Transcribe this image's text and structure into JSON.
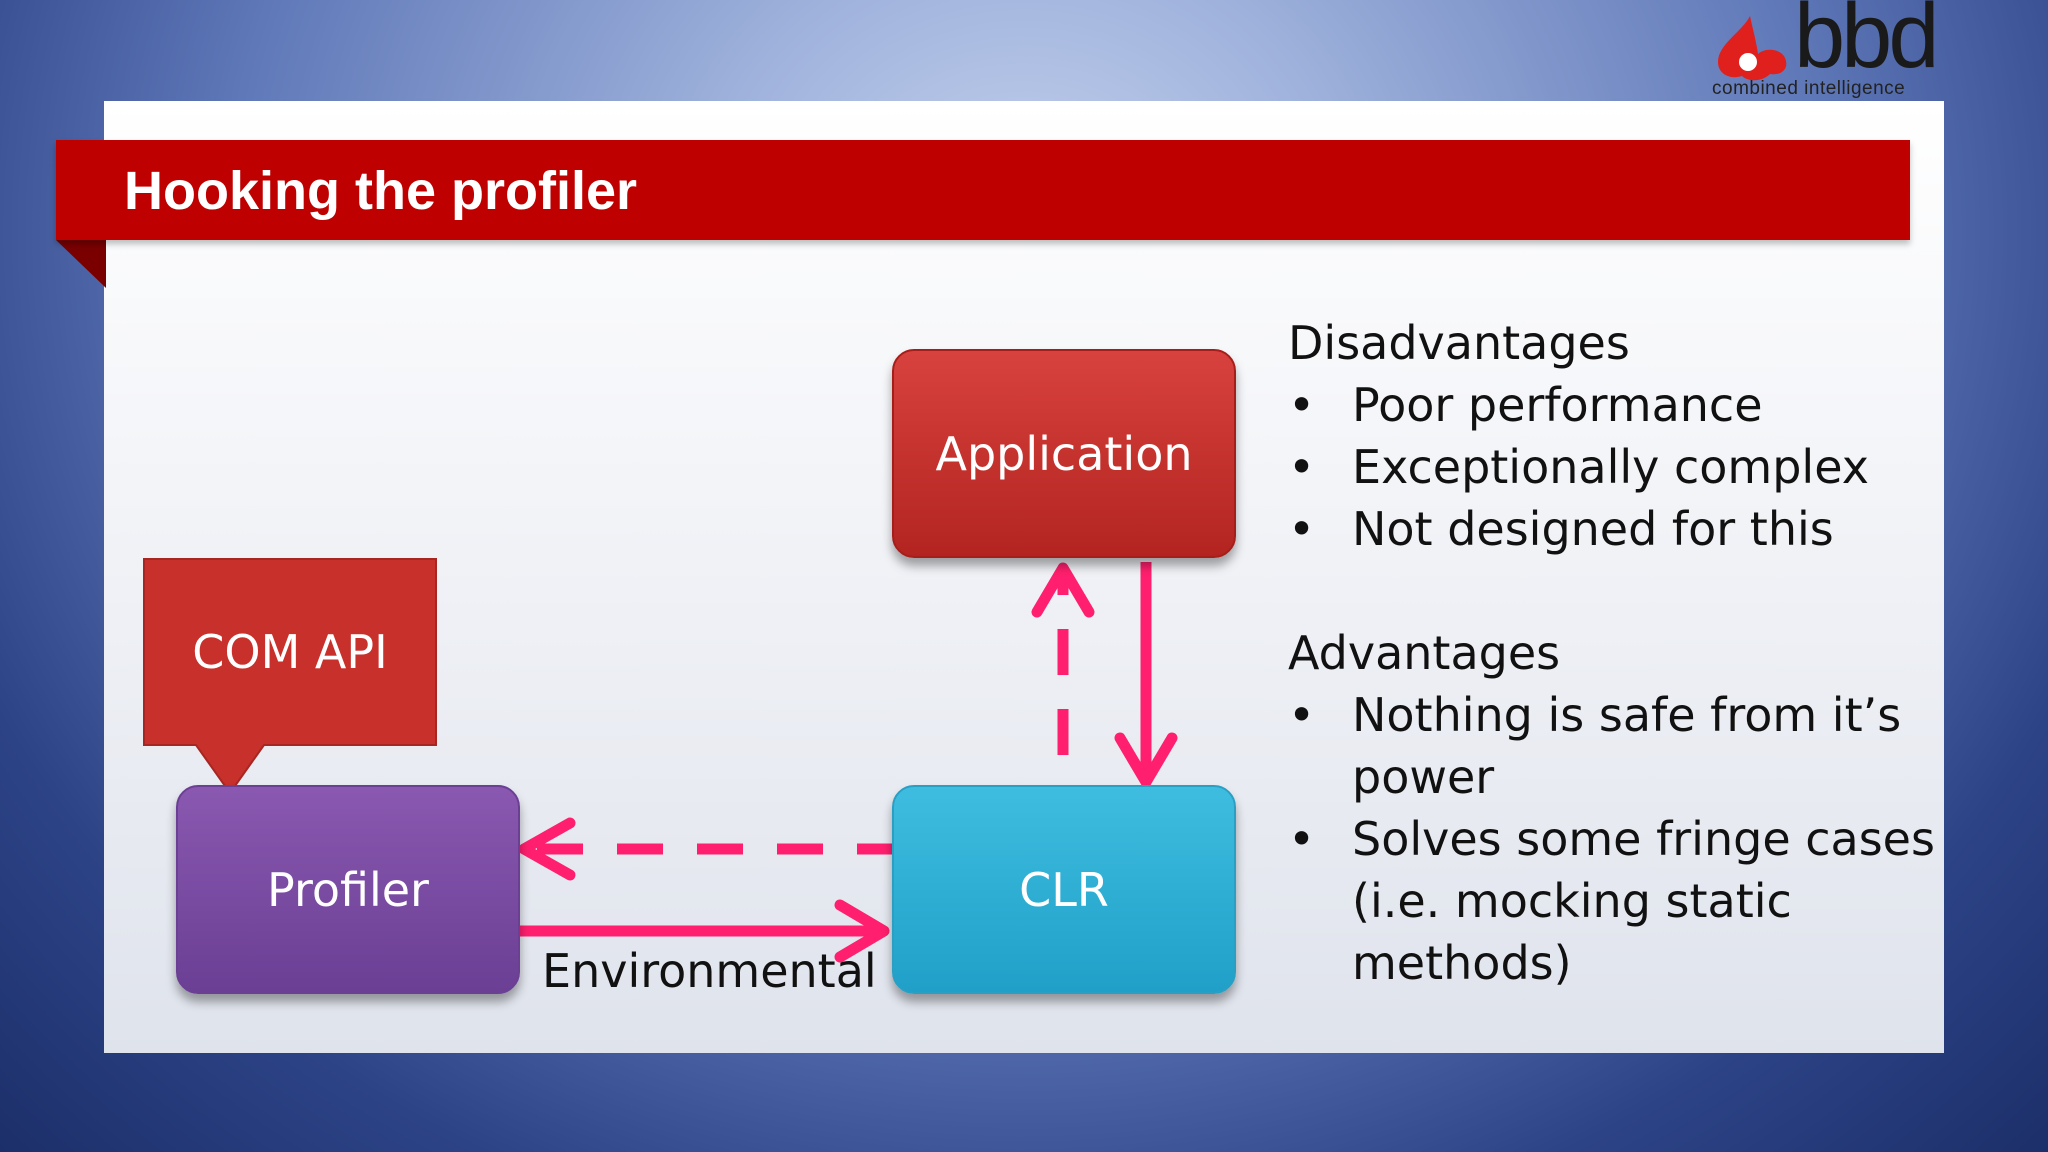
{
  "logo": {
    "wordmark": "bbd",
    "tagline": "combined intelligence",
    "icon": "drop-logo-icon"
  },
  "slide": {
    "title": "Hooking the profiler",
    "diagram": {
      "application_label": "Application",
      "clr_label": "CLR",
      "profiler_label": "Profiler",
      "com_api_label": "COM API",
      "environmental_label": "Environmental"
    },
    "disadvantages": {
      "heading": "Disadvantages",
      "items": [
        "Poor performance",
        "Exceptionally complex",
        "Not designed for this"
      ]
    },
    "advantages": {
      "heading": "Advantages",
      "items": [
        "Nothing is safe from it’s power",
        "Solves some fringe cases (i.e. mocking static methods)"
      ]
    },
    "bullet_char": "•"
  },
  "colors": {
    "title_bar": "#bf0000",
    "arrow": "#ff1f6e",
    "application": "#c0302c",
    "clr": "#2aaed6",
    "profiler": "#7a4aa2"
  }
}
